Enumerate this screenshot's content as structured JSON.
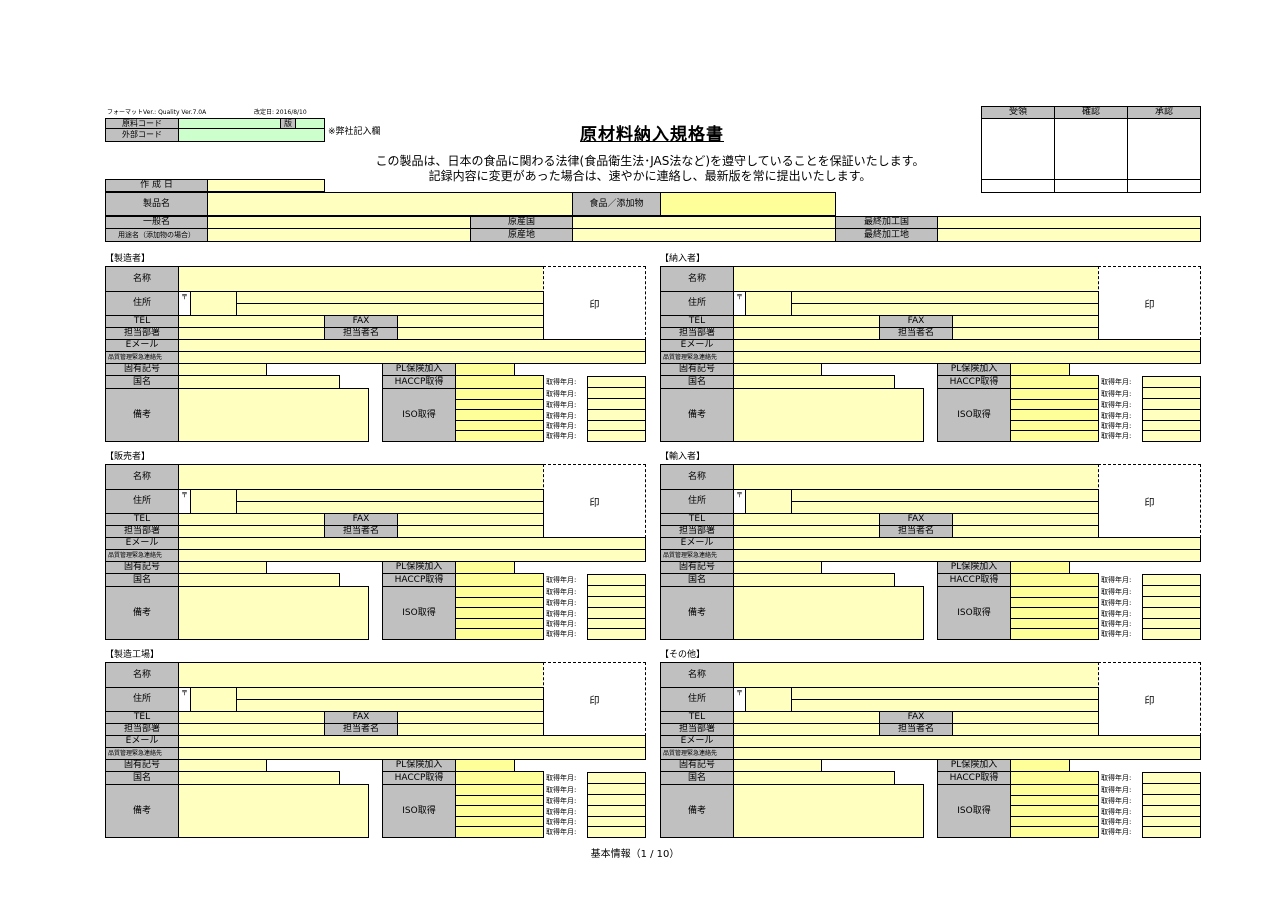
{
  "header": {
    "format_version": "フォーマットVer.: Quality Ver.7.0A",
    "revision_date": "改定日: 2016/8/10",
    "material_code_label": "原料コード",
    "edition_label": "版",
    "external_code_label": "外部コード",
    "company_note": "※弊社記入欄",
    "title": "原材料納入規格書",
    "notice_line1": "この製品は、日本の食品に関わる法律(食品衛生法･JAS法など)を遵守していることを保証いたします。",
    "notice_line2": "記録内容に変更があった場合は、速やかに連絡し、最新版を常に提出いたします。"
  },
  "approval": {
    "received": "受領",
    "confirmed": "確認",
    "approved": "承認"
  },
  "product": {
    "created_date_label": "作 成 日",
    "product_name_label": "製品名",
    "food_additive_label": "食品／添加物",
    "general_name_label": "一般名",
    "usage_name_label": "用途名（添加物の場合）",
    "origin_country_label": "原産国",
    "origin_place_label": "原産地",
    "final_factory_label": "最終加工国",
    "final_place_label": "最終加工地"
  },
  "labels": {
    "name": "名称",
    "address": "住所",
    "postal_mark": "〒",
    "stamp": "印",
    "tel": "TEL",
    "fax": "FAX",
    "department": "担当部署",
    "person": "担当者名",
    "email": "Eメール",
    "emergency": "品質管理緊急連絡先",
    "unique_code": "固有記号",
    "country": "国名",
    "remarks": "備考",
    "pl_insurance": "PL保険加入",
    "haccp": "HACCP取得",
    "iso": "ISO取得",
    "acquired": "取得年月:"
  },
  "sections": [
    {
      "title": "【製造者】"
    },
    {
      "title": "【納入者】"
    },
    {
      "title": "【販売者】"
    },
    {
      "title": "【輸入者】"
    },
    {
      "title": "【製造工場】"
    },
    {
      "title": "【その他】"
    }
  ],
  "footer": {
    "page": "基本情報（1 / 10）"
  }
}
